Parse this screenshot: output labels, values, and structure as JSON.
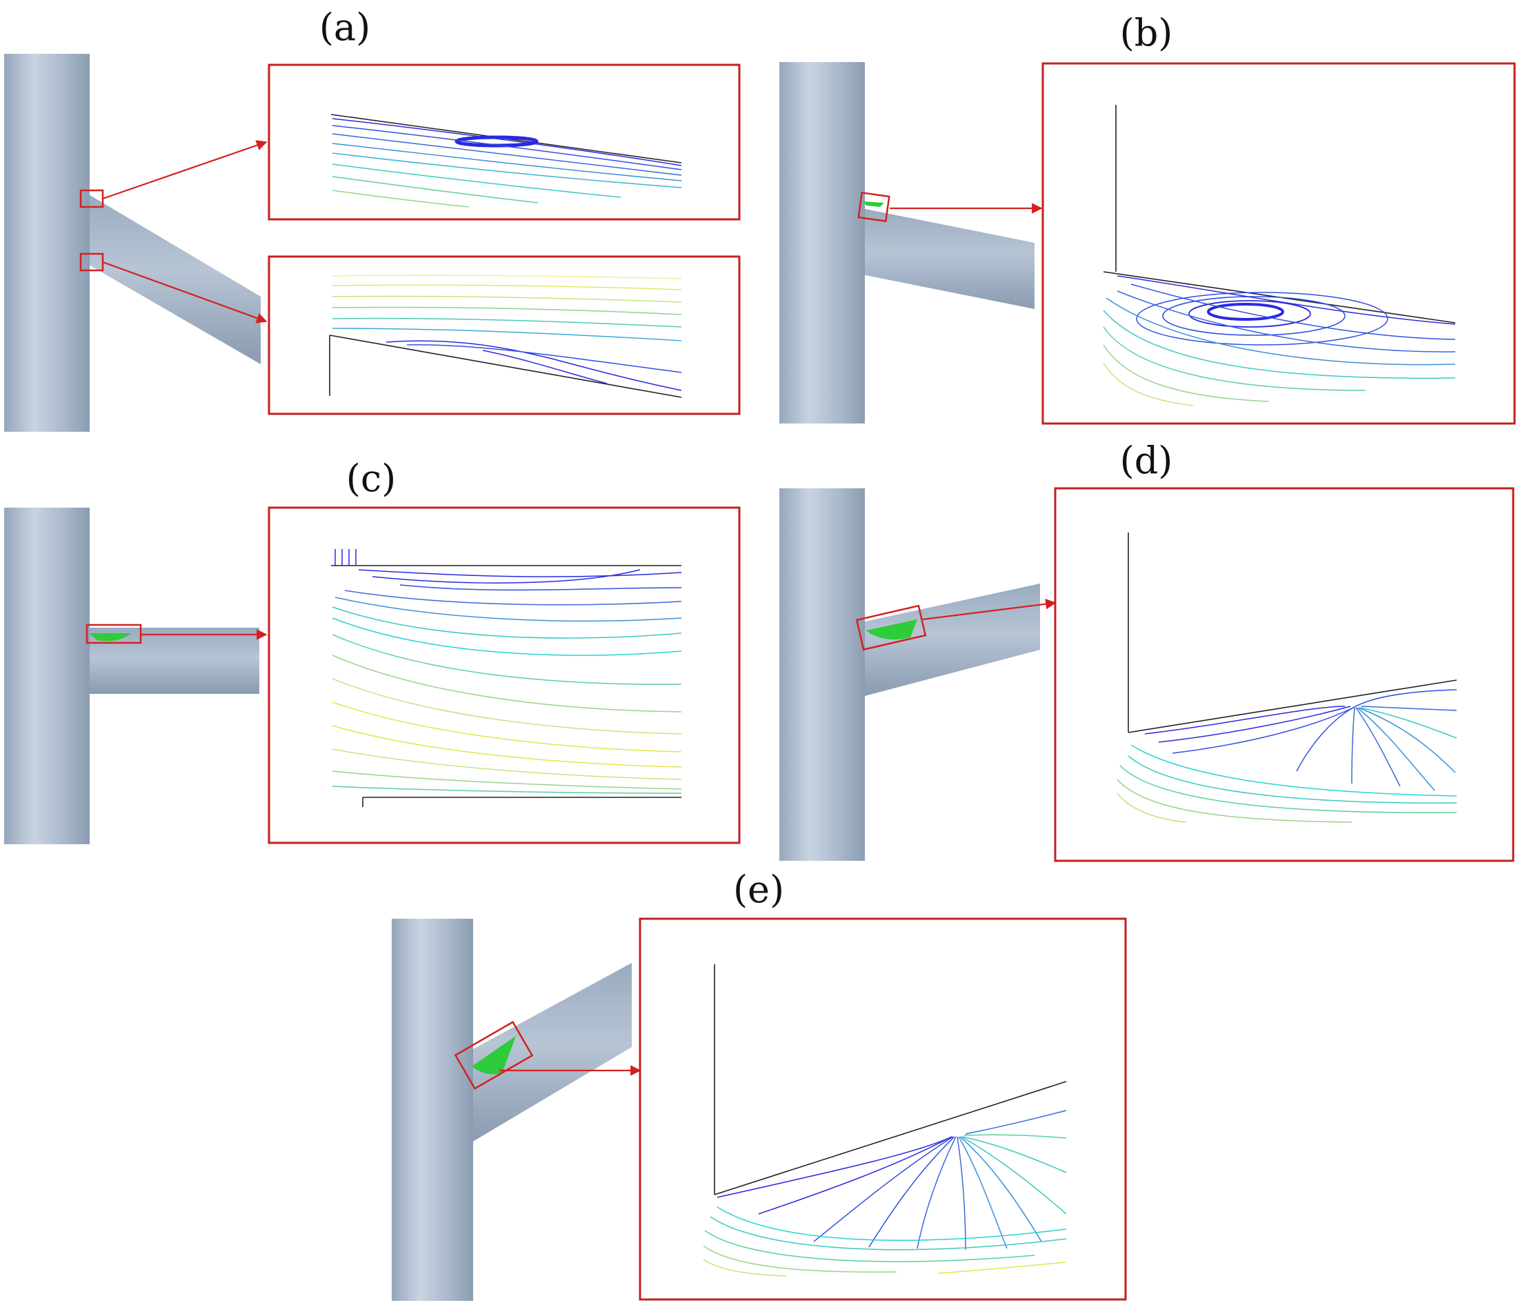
{
  "panels": [
    {
      "id": "a",
      "label": "(a)"
    },
    {
      "id": "b",
      "label": "(b)"
    },
    {
      "id": "c",
      "label": "(c)"
    },
    {
      "id": "d",
      "label": "(d)"
    },
    {
      "id": "e",
      "label": "(e)"
    }
  ],
  "colors": {
    "pipe": "#a8b8cc",
    "highlight_box": "#d42020",
    "separation_zone": "#2ecc3a",
    "streamline_low_velocity": "#2a2adf",
    "streamline_mid_velocity": "#22d3d3",
    "streamline_high_velocity": "#e6e34a"
  }
}
